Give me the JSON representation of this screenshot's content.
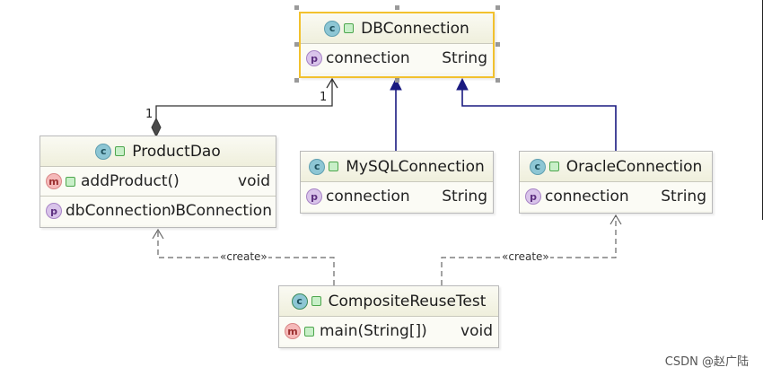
{
  "classes": {
    "dbconnection": {
      "name": "DBConnection",
      "fields": [
        {
          "name": "connection",
          "type": "String"
        }
      ]
    },
    "productdao": {
      "name": "ProductDao",
      "methods": [
        {
          "name": "addProduct()",
          "type": "void"
        }
      ],
      "fields": [
        {
          "name": "dbConnection",
          "type": "DBConnection"
        }
      ]
    },
    "mysql": {
      "name": "MySQLConnection",
      "fields": [
        {
          "name": "connection",
          "type": "String"
        }
      ]
    },
    "oracle": {
      "name": "OracleConnection",
      "fields": [
        {
          "name": "connection",
          "type": "String"
        }
      ]
    },
    "test": {
      "name": "CompositeReuseTest",
      "methods": [
        {
          "name": "main(String[])",
          "type": "void"
        }
      ]
    }
  },
  "relations": {
    "aggregation": {
      "source_mult": "1",
      "target_mult": "1"
    },
    "create_left": "«create»",
    "create_right": "«create»"
  },
  "icons": {
    "class": "class-icon",
    "property": "property-icon",
    "method": "method-icon",
    "visibility": "public-visibility-icon"
  },
  "colors": {
    "selected_border": "#f2c12e",
    "inheritance": "#1a1a80",
    "aggregation": "#333333",
    "dependency": "#666666"
  },
  "watermark": "CSDN @赵广陆"
}
